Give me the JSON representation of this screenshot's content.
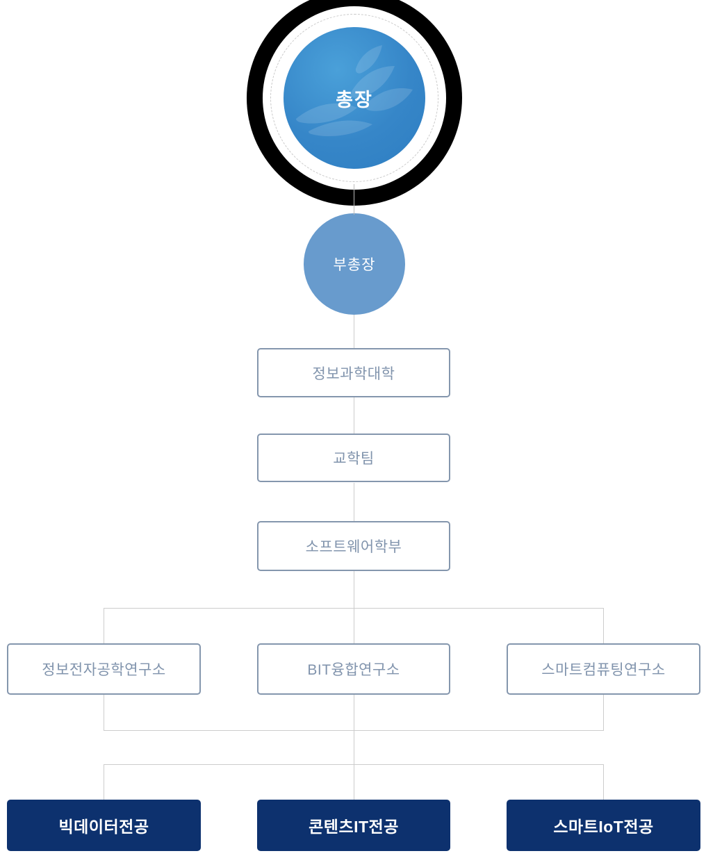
{
  "org_chart": {
    "president": {
      "label": "총장"
    },
    "vice_president": {
      "label": "부총장"
    },
    "college": {
      "label": "정보과학대학"
    },
    "team": {
      "label": "교학팀"
    },
    "school": {
      "label": "소프트웨어학부"
    },
    "institutes": [
      {
        "label": "정보전자공학연구소"
      },
      {
        "label": "BIT융합연구소"
      },
      {
        "label": "스마트컴퓨팅연구소"
      }
    ],
    "majors": [
      {
        "label": "빅데이터전공"
      },
      {
        "label": "콘텐츠IT전공"
      },
      {
        "label": "스마트IoT전공"
      }
    ],
    "icons": {
      "president_watermark": "university-wave-logo-icon"
    },
    "colors": {
      "president_outer_ring": "#000000",
      "president_fill_start": "#4aa0d9",
      "president_fill_end": "#2e7ec2",
      "vice_president_fill": "#689bcd",
      "node_border": "#8496ad",
      "node_text": "#8093ac",
      "major_fill": "#0d316e",
      "major_text": "#ffffff",
      "connector_line": "#cccccc"
    }
  }
}
